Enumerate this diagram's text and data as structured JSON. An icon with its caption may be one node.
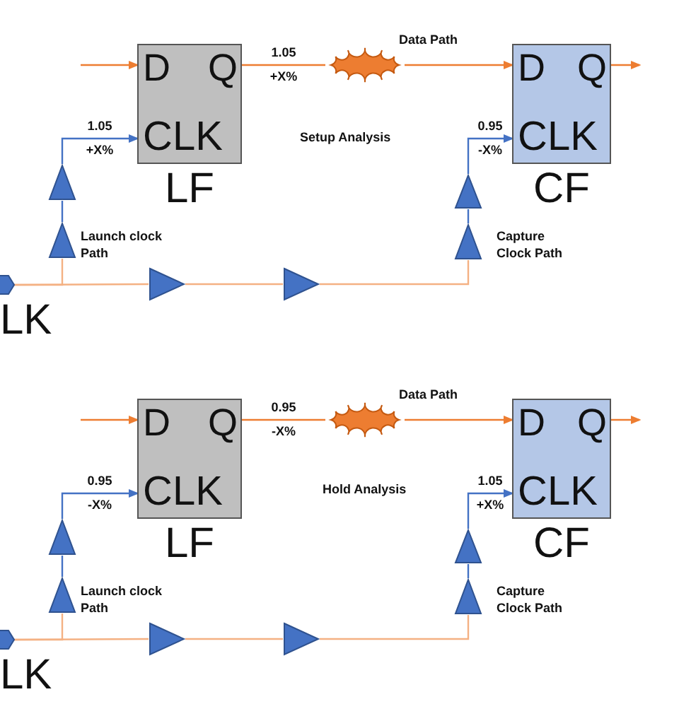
{
  "diagram": {
    "nodes": [
      {
        "text": [
          "D",
          "Q",
          "CLK"
        ],
        "beside": [
          "LF"
        ]
      },
      {
        "text": [],
        "shape": "cloud",
        "beside": [
          "Data Path"
        ]
      },
      {
        "text": [
          "D",
          "Q",
          "CLK"
        ],
        "beside": [
          "CF"
        ]
      },
      {
        "text": [],
        "shape": "triangle"
      },
      {
        "text": [],
        "shape": "triangle"
      },
      {
        "text": [],
        "shape": "triangle",
        "beside": [
          "Launch clock Path"
        ]
      },
      {
        "text": [],
        "shape": "triangle",
        "beside": [
          "Capture Clock Path"
        ]
      },
      {
        "text": [],
        "shape": "pentagon",
        "beside": [
          "LK"
        ]
      },
      {
        "text": [],
        "shape": "triangle"
      },
      {
        "text": [],
        "shape": "triangle"
      },
      {
        "text": [
          "D",
          "Q",
          "CLK"
        ],
        "beside": [
          "LF"
        ]
      },
      {
        "text": [],
        "shape": "cloud",
        "beside": [
          "Data Path"
        ]
      },
      {
        "text": [
          "D",
          "Q",
          "CLK"
        ],
        "beside": [
          "CF"
        ]
      },
      {
        "text": [],
        "shape": "triangle"
      },
      {
        "text": [],
        "shape": "triangle"
      },
      {
        "text": [],
        "shape": "triangle",
        "beside": [
          "Launch clock Path"
        ]
      },
      {
        "text": [],
        "shape": "triangle",
        "beside": [
          "Capture Clock Path"
        ]
      },
      {
        "text": [],
        "shape": "pentagon",
        "beside": [
          "LK"
        ]
      },
      {
        "text": [],
        "shape": "triangle"
      },
      {
        "text": [],
        "shape": "triangle"
      }
    ],
    "edges": [
      {
        "from": null,
        "to": 0,
        "arrow": "to",
        "color": "#ed7d31"
      },
      {
        "from": 0,
        "to": 1,
        "arrow": "none",
        "label": "1.05 +X%",
        "color": "#ed7d31"
      },
      {
        "from": 1,
        "to": 2,
        "arrow": "to",
        "color": "#ed7d31"
      },
      {
        "from": 2,
        "to": null,
        "arrow": "to",
        "color": "#ed7d31"
      },
      {
        "from": 7,
        "to": 8,
        "arrow": "none",
        "color": "#f4b183"
      },
      {
        "from": 8,
        "to": 9,
        "arrow": "none",
        "color": "#f4b183"
      },
      {
        "from": 9,
        "to": 6,
        "arrow": "none",
        "color": "#f4b183"
      },
      {
        "from": 7,
        "to": 5,
        "arrow": "none",
        "color": "#f4b183"
      },
      {
        "from": 5,
        "to": 3,
        "arrow": "none",
        "color": "#4472c4"
      },
      {
        "from": 3,
        "to": 0,
        "arrow": "to",
        "label": "1.05 +X%",
        "color": "#4472c4"
      },
      {
        "from": 6,
        "to": 4,
        "arrow": "none",
        "color": "#4472c4"
      },
      {
        "from": 4,
        "to": 2,
        "arrow": "to",
        "label": "0.95 -X%",
        "color": "#4472c4"
      },
      {
        "from": null,
        "to": 10,
        "arrow": "to",
        "color": "#ed7d31"
      },
      {
        "from": 10,
        "to": 11,
        "arrow": "none",
        "label": "0.95 -X%",
        "color": "#ed7d31"
      },
      {
        "from": 11,
        "to": 12,
        "arrow": "to",
        "color": "#ed7d31"
      },
      {
        "from": 12,
        "to": null,
        "arrow": "to",
        "color": "#ed7d31"
      },
      {
        "from": 17,
        "to": 18,
        "arrow": "none",
        "color": "#f4b183"
      },
      {
        "from": 18,
        "to": 19,
        "arrow": "none",
        "color": "#f4b183"
      },
      {
        "from": 19,
        "to": 16,
        "arrow": "none",
        "color": "#f4b183"
      },
      {
        "from": 17,
        "to": 15,
        "arrow": "none",
        "color": "#f4b183"
      },
      {
        "from": 15,
        "to": 13,
        "arrow": "none",
        "color": "#4472c4"
      },
      {
        "from": 13,
        "to": 10,
        "arrow": "to",
        "label": "0.95 -X%",
        "color": "#4472c4"
      },
      {
        "from": 16,
        "to": 14,
        "arrow": "none",
        "color": "#4472c4"
      },
      {
        "from": 14,
        "to": 12,
        "arrow": "to",
        "label": "1.05 +X%",
        "color": "#4472c4"
      }
    ],
    "labels": [
      "Setup Analysis",
      "Hold Analysis"
    ]
  }
}
